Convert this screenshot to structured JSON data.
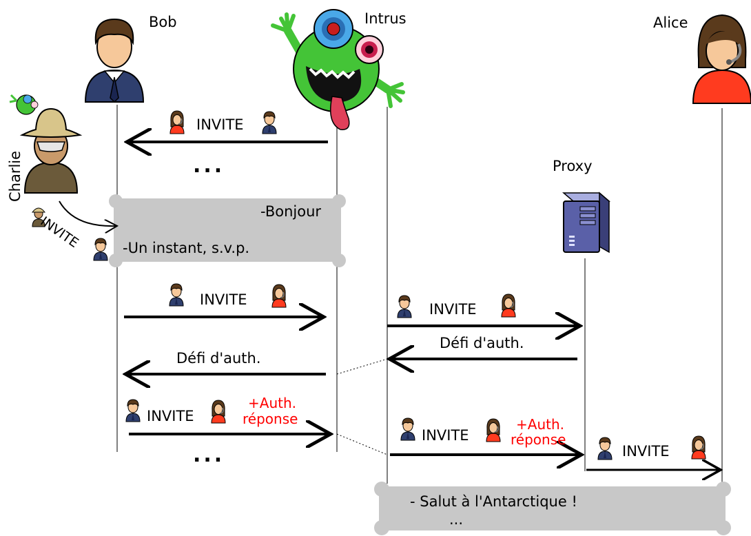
{
  "actors": {
    "bob": "Bob",
    "intruder": "Intrus",
    "alice": "Alice",
    "charlie": "Charlie",
    "proxy": "Proxy"
  },
  "messages": {
    "invite": "INVITE",
    "challenge": "Défi d'auth.",
    "auth_line1": "+Auth.",
    "auth_line2": "réponse",
    "ellipsis": "...",
    "hello": "-Bonjour",
    "one_moment": "-Un instant, s.v.p.",
    "greeting": "- Salut à l'Antarctique !",
    "greeting_more": "..."
  },
  "colors": {
    "auth_text": "#ff0000",
    "note_fill": "#c8c8c8",
    "bob_suit": "#2f3f6e",
    "alice_shirt": "#ff3b1f",
    "intruder_body": "#44c437"
  }
}
